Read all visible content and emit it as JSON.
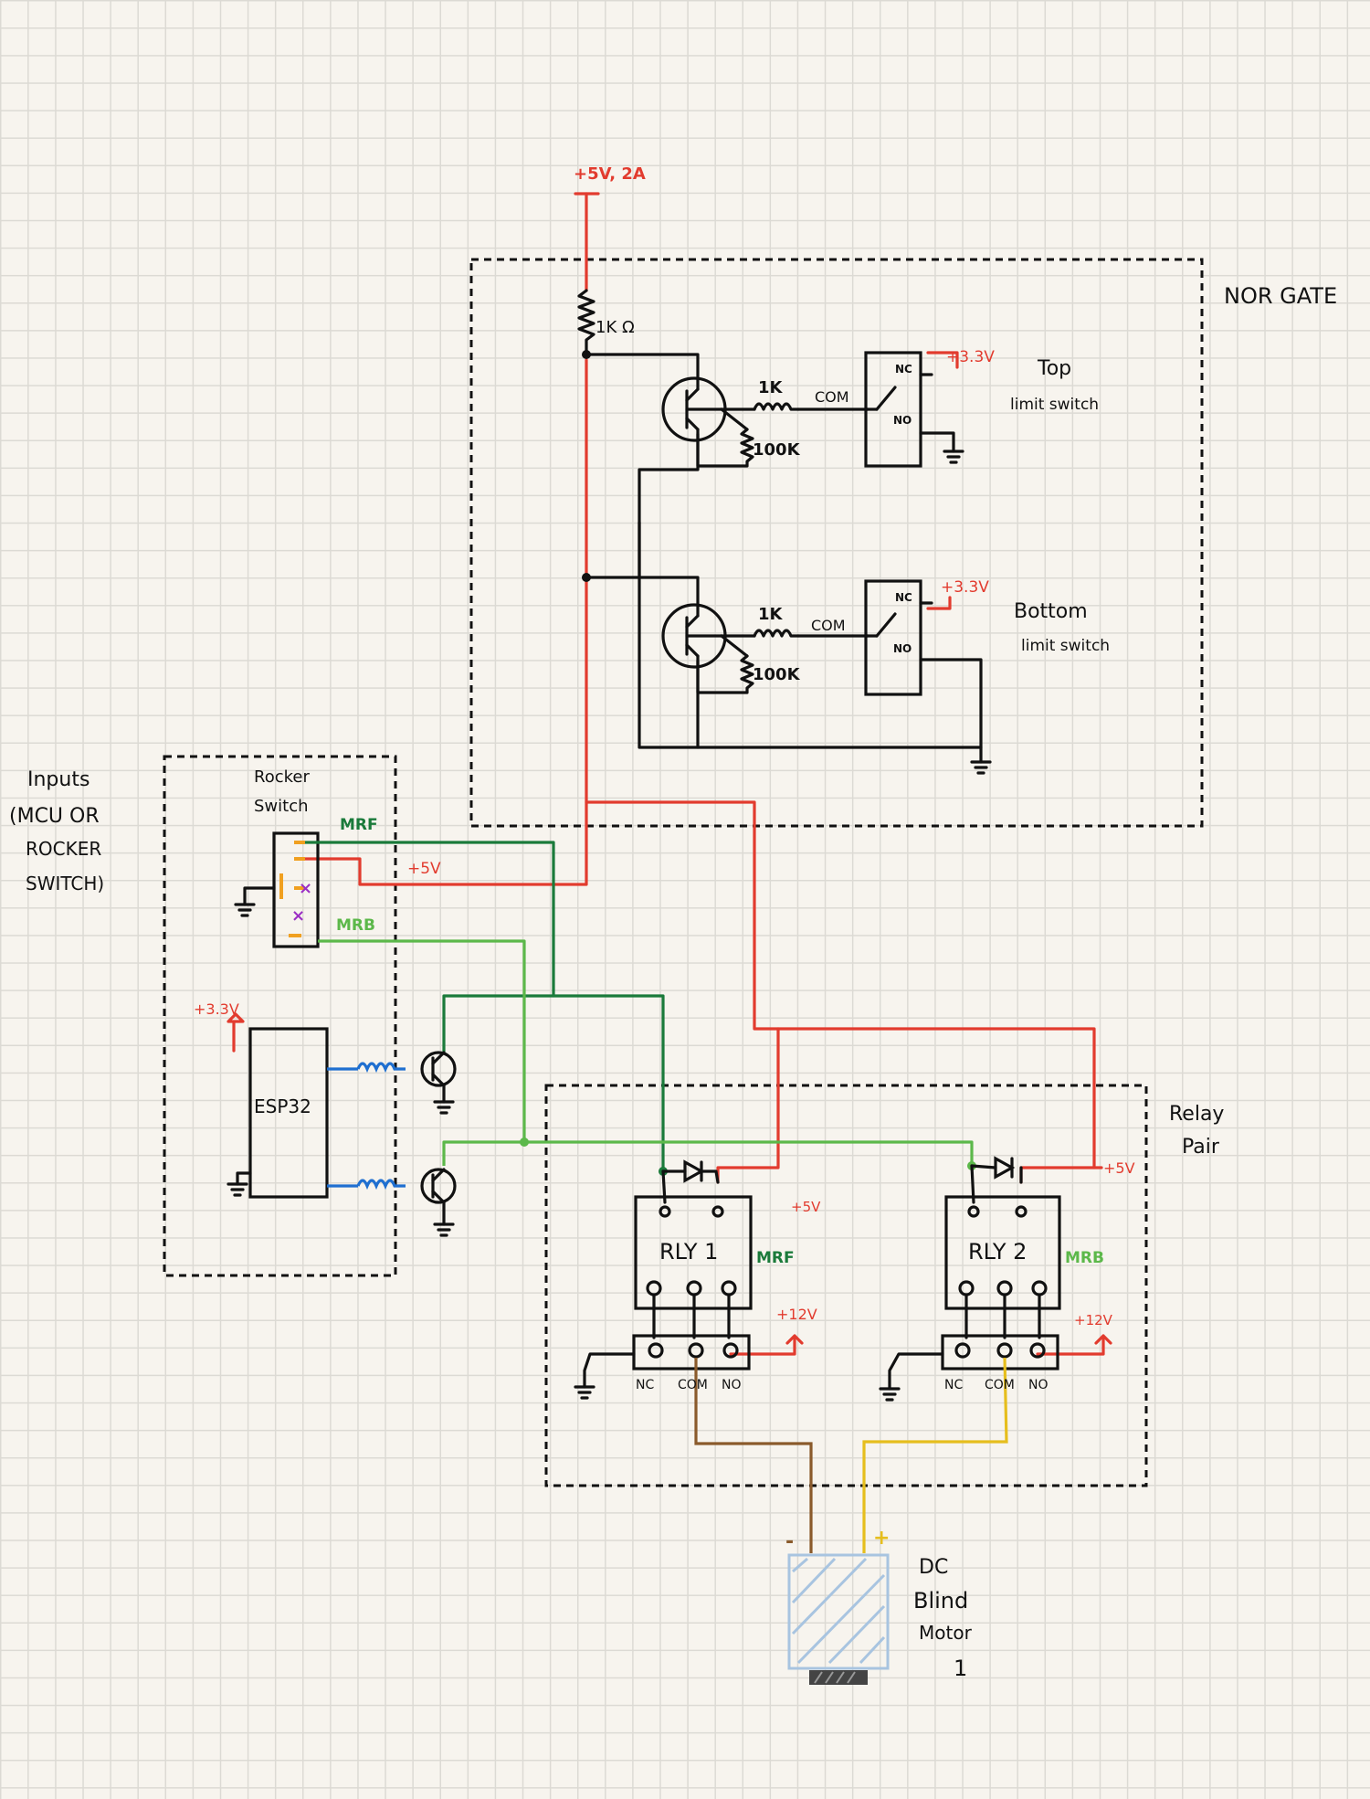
{
  "labels": {
    "supply": "+5V, 2A",
    "r_top": "1K Ω",
    "nor_gate": "NOR GATE",
    "r1k_a": "1K",
    "r100k_a": "100K",
    "com_a": "COM",
    "nc_a": "NC",
    "no_a": "NO",
    "v33_top": "+3.3V",
    "top_switch_l1": "Top",
    "top_switch_l2": "limit switch",
    "r1k_b": "1K",
    "r100k_b": "100K",
    "com_b": "COM",
    "nc_b": "NC",
    "no_b": "NO",
    "v33_bot": "+3.3V",
    "bot_switch_l1": "Bottom",
    "bot_switch_l2": "limit switch",
    "inputs_l1": "Inputs",
    "inputs_l2": "(MCU OR",
    "inputs_l3": "ROCKER",
    "inputs_l4": "SWITCH)",
    "rocker_l1": "Rocker",
    "rocker_l2": "Switch",
    "mrf_top": "MRF",
    "v5_rocker": "+5V",
    "mrb_top": "MRB",
    "v33_esp": "+3.3V",
    "esp32": "ESP32",
    "relay_pair_l1": "Relay",
    "relay_pair_l2": "Pair",
    "v5_relay_right": "+5V",
    "v5_rly1": "+5V",
    "rly1": "RLY 1",
    "mrf_rly": "MRF",
    "v12_1": "+12V",
    "nc_1": "NC",
    "com_1": "COM",
    "no_1": "NO",
    "rly2": "RLY 2",
    "mrb_rly": "MRB",
    "v12_2": "+12V",
    "nc_2": "NC",
    "com_2": "COM",
    "no_2": "NO",
    "motor_minus": "-",
    "motor_plus": "+",
    "motor_l1": "DC",
    "motor_l2": "Blind",
    "motor_l3": "Motor",
    "motor_l4": "1"
  },
  "colors": {
    "red": "#e23b2e",
    "dark_green": "#1a7a3a",
    "light_green": "#5cb84a",
    "blue": "#1f6fd0",
    "brown": "#8a5a2b",
    "yellow": "#e6be1d",
    "purple": "#9b2fc4",
    "orange": "#f0a020",
    "motor_blue": "#a8c4e0"
  }
}
